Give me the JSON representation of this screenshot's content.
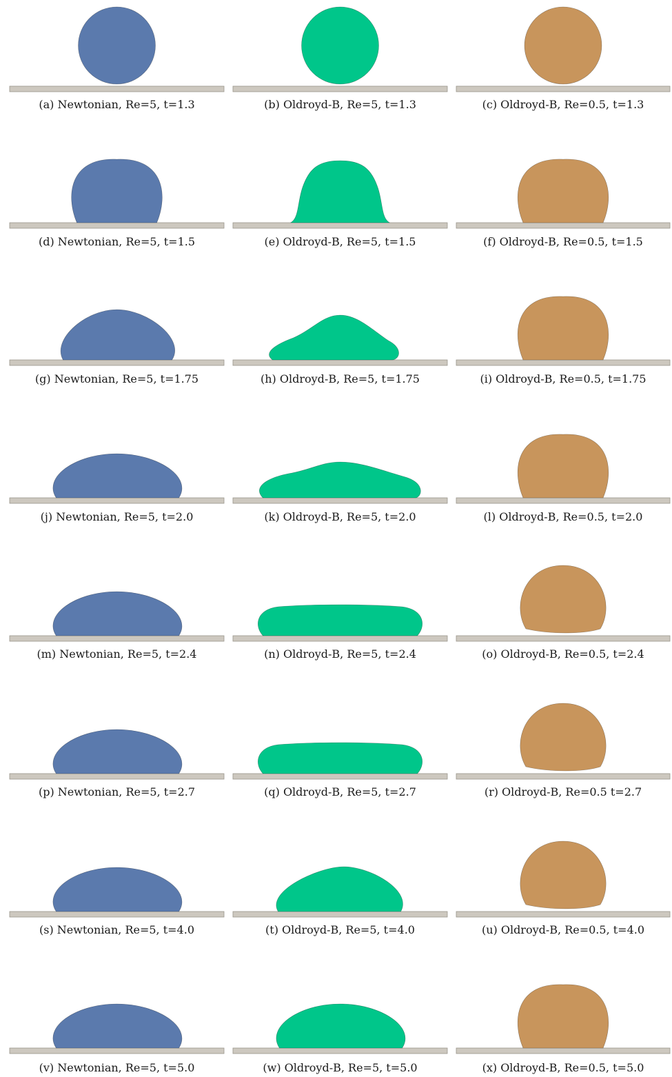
{
  "colors": {
    "newtonian": "#5b7aad",
    "oldroyd_re5": "#00c68a",
    "oldroyd_re05": "#c8955c",
    "substrate": "#cdc8bf",
    "substrate_edge": "#9a958c"
  },
  "panels": [
    {
      "caption": "(a) Newtonian, Re=5, t=1.3",
      "fluid": "newtonian",
      "shape": "circle"
    },
    {
      "caption": "(b) Oldroyd-B, Re=5, t=1.3",
      "fluid": "oldroyd_re5",
      "shape": "circle"
    },
    {
      "caption": "(c) Oldroyd-B, Re=0.5, t=1.3",
      "fluid": "oldroyd_re05",
      "shape": "circle"
    },
    {
      "caption": "(d) Newtonian, Re=5, t=1.5",
      "fluid": "newtonian",
      "shape": "dome"
    },
    {
      "caption": "(e) Oldroyd-B, Re=5, t=1.5",
      "fluid": "oldroyd_re5",
      "shape": "bell"
    },
    {
      "caption": "(f) Oldroyd-B, Re=0.5, t=1.5",
      "fluid": "oldroyd_re05",
      "shape": "dome"
    },
    {
      "caption": "(g) Newtonian, Re=5, t=1.75",
      "fluid": "newtonian",
      "shape": "cap"
    },
    {
      "caption": "(h) Oldroyd-B, Re=5, t=1.75",
      "fluid": "oldroyd_re5",
      "shape": "wave"
    },
    {
      "caption": "(i) Oldroyd-B, Re=0.5, t=1.75",
      "fluid": "oldroyd_re05",
      "shape": "dome"
    },
    {
      "caption": "(j) Newtonian, Re=5, t=2.0",
      "fluid": "newtonian",
      "shape": "flatcap"
    },
    {
      "caption": "(k) Oldroyd-B, Re=5, t=2.0",
      "fluid": "oldroyd_re5",
      "shape": "longwave"
    },
    {
      "caption": "(l) Oldroyd-B, Re=0.5, t=2.0",
      "fluid": "oldroyd_re05",
      "shape": "dome"
    },
    {
      "caption": "(m) Newtonian, Re=5, t=2.4",
      "fluid": "newtonian",
      "shape": "flatcap"
    },
    {
      "caption": "(n) Oldroyd-B, Re=5, t=2.4",
      "fluid": "oldroyd_re5",
      "shape": "slab"
    },
    {
      "caption": "(o) Oldroyd-B, Re=0.5, t=2.4",
      "fluid": "oldroyd_re05",
      "shape": "ball"
    },
    {
      "caption": "(p) Newtonian, Re=5, t=2.7",
      "fluid": "newtonian",
      "shape": "flatcap"
    },
    {
      "caption": "(q) Oldroyd-B, Re=5, t=2.7",
      "fluid": "oldroyd_re5",
      "shape": "slab"
    },
    {
      "caption": "(r) Oldroyd-B, Re=0.5 t=2.7",
      "fluid": "oldroyd_re05",
      "shape": "ball"
    },
    {
      "caption": "(s) Newtonian, Re=5, t=4.0",
      "fluid": "newtonian",
      "shape": "flatcap"
    },
    {
      "caption": "(t) Oldroyd-B, Re=5, t=4.0",
      "fluid": "oldroyd_re5",
      "shape": "skewcap"
    },
    {
      "caption": "(u) Oldroyd-B, Re=0.5, t=4.0",
      "fluid": "oldroyd_re05",
      "shape": "ball"
    },
    {
      "caption": "(v) Newtonian, Re=5, t=5.0",
      "fluid": "newtonian",
      "shape": "flatcap"
    },
    {
      "caption": "(w) Oldroyd-B, Re=5, t=5.0",
      "fluid": "oldroyd_re5",
      "shape": "flatcap"
    },
    {
      "caption": "(x) Oldroyd-B, Re=0.5, t=5.0",
      "fluid": "oldroyd_re05",
      "shape": "dome"
    }
  ]
}
